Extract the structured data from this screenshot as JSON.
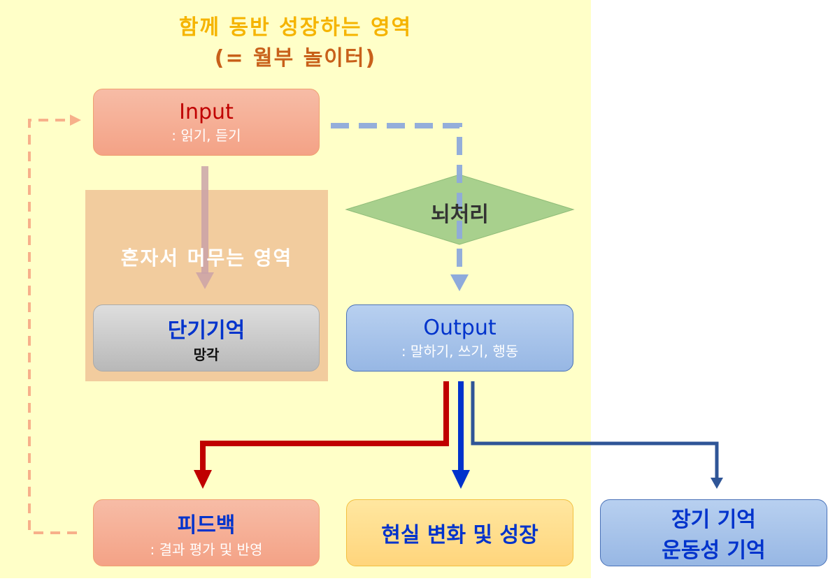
{
  "region_together": {
    "title": "함께 동반 성장하는 영역",
    "subtitle": "(= 월부 놀이터)"
  },
  "region_alone": {
    "label": "혼자서 머무는 영역"
  },
  "input": {
    "title": "Input",
    "sub": ": 읽기, 듣기"
  },
  "short_term": {
    "title": "단기기억",
    "sub": "망각"
  },
  "brain": {
    "label": "뇌처리"
  },
  "output": {
    "title": "Output",
    "sub": ": 말하기, 쓰기, 행동"
  },
  "feedback": {
    "title": "피드백",
    "sub": ": 결과 평가 및 반영"
  },
  "growth": {
    "title": "현실 변화 및 성장"
  },
  "long_term": {
    "line1": "장기 기억",
    "line2": "운동성 기억"
  },
  "colors": {
    "zone": "#ffffc8",
    "red": "#c00000",
    "blue": "#0033cc",
    "navy": "#2f5597"
  }
}
